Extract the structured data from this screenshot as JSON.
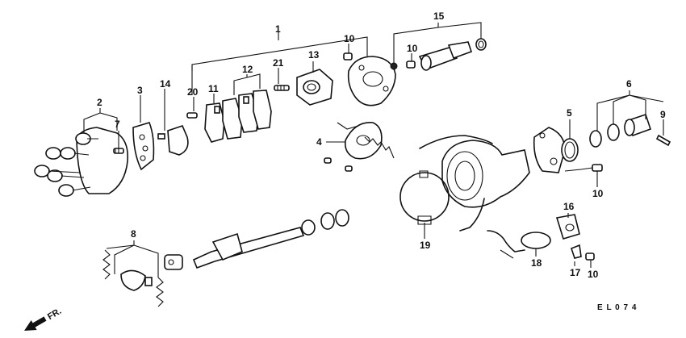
{
  "callouts": {
    "c1": "1",
    "c2": "2",
    "c3": "3",
    "c4": "4",
    "c5": "5",
    "c6": "6",
    "c7": "7",
    "c8": "8",
    "c9": "9",
    "c10a": "10",
    "c10b": "10",
    "c10c": "10",
    "c10d": "10",
    "c11": "11",
    "c12": "12",
    "c13": "13",
    "c14": "14",
    "c15": "15",
    "c16": "16",
    "c17": "17",
    "c18": "18",
    "c19": "19",
    "c20": "20",
    "c21": "21"
  },
  "diagram_code": "E L 0 7 4",
  "direction_label": "FR."
}
